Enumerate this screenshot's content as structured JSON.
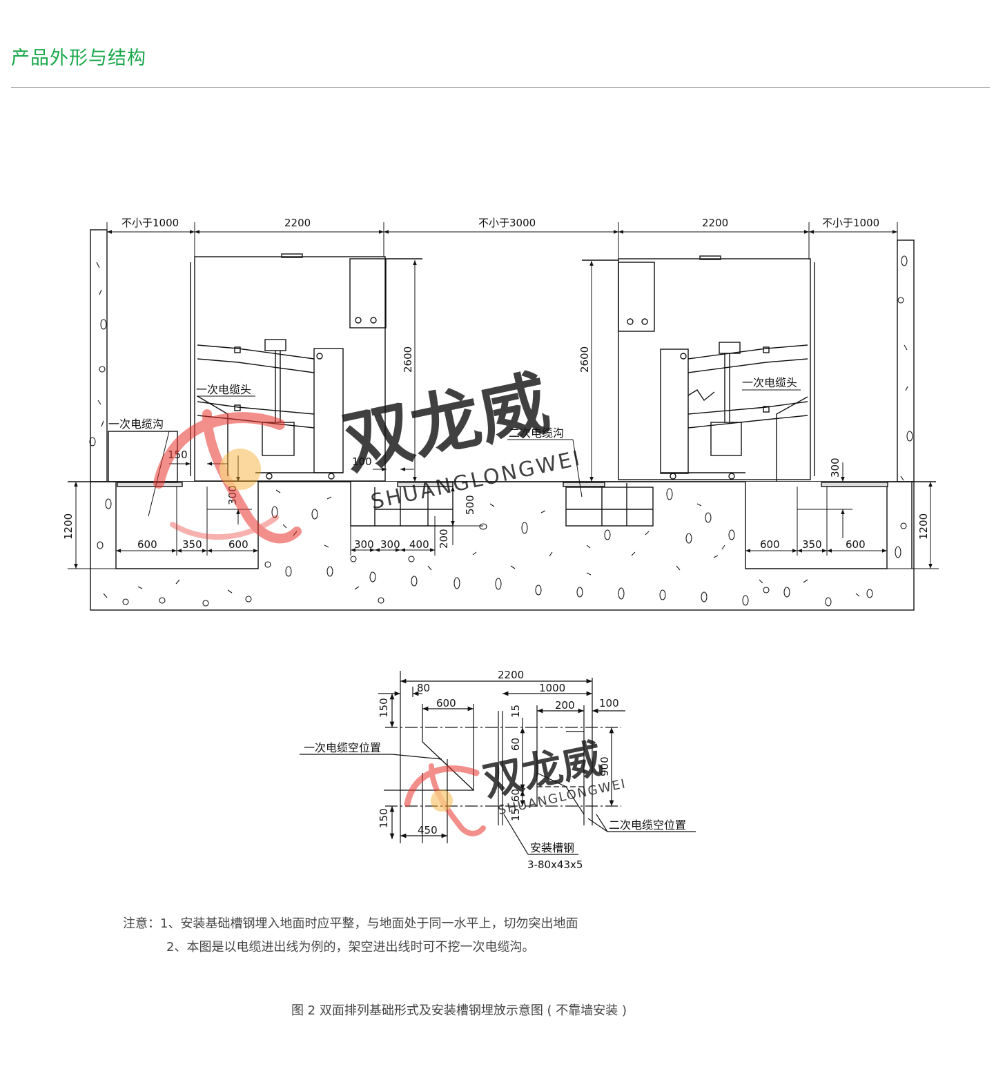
{
  "header": {
    "title": "产品外形与结构"
  },
  "elevation": {
    "dims_top": [
      "不小于1000",
      "2200",
      "不小于3000",
      "2200",
      "不小于1000"
    ],
    "dim_height": "2600",
    "labels": {
      "primary_cable_head": "一次电缆头",
      "primary_cable_trench": "一次电缆沟",
      "secondary_cable_trench": "二次电缆沟"
    },
    "dims_left": {
      "d150": "150",
      "d300": "300",
      "d1200": "1200",
      "d600": "600",
      "d350": "350"
    },
    "dims_center": {
      "d100": "100",
      "d500": "500",
      "d200": "200",
      "d300": "300",
      "d400": "400"
    },
    "dims_right": {
      "d300": "300",
      "d600": "600",
      "d350": "350",
      "d1200": "1200"
    }
  },
  "plan": {
    "dims": {
      "d2200": "2200",
      "d80": "80",
      "d1000": "1000",
      "d600": "600",
      "d200": "200",
      "d100": "100",
      "d150": "150",
      "d15": "15",
      "d60": "60",
      "d900": "900",
      "d450": "450"
    },
    "labels": {
      "primary_cable_slot": "一次电缆空位置",
      "secondary_cable_slot": "二次电缆空位置",
      "channel_steel": "安装槽钢",
      "channel_spec": "3-80x43x5"
    }
  },
  "watermark": {
    "cn": "双龙威",
    "en": "SHUANGLONGWEI",
    "colors": {
      "logo_red": "#e8342e",
      "logo_orange": "#f5a623",
      "text_gray": "#9a9a9a"
    }
  },
  "notes": {
    "line1": "注意：1、安装基础槽钢埋入地面时应平整，与地面处于同一水平上，切勿突出地面",
    "line2": "2、本图是以电缆进出线为例的，架空进出线时可不挖一次电缆沟。"
  },
  "caption": "图 2  双面排列基础形式及安装槽钢埋放示意图 ( 不靠墙安装 )",
  "colors": {
    "accent": "#1aa84a",
    "rule": "#9a9a9a",
    "line": "#111111"
  }
}
